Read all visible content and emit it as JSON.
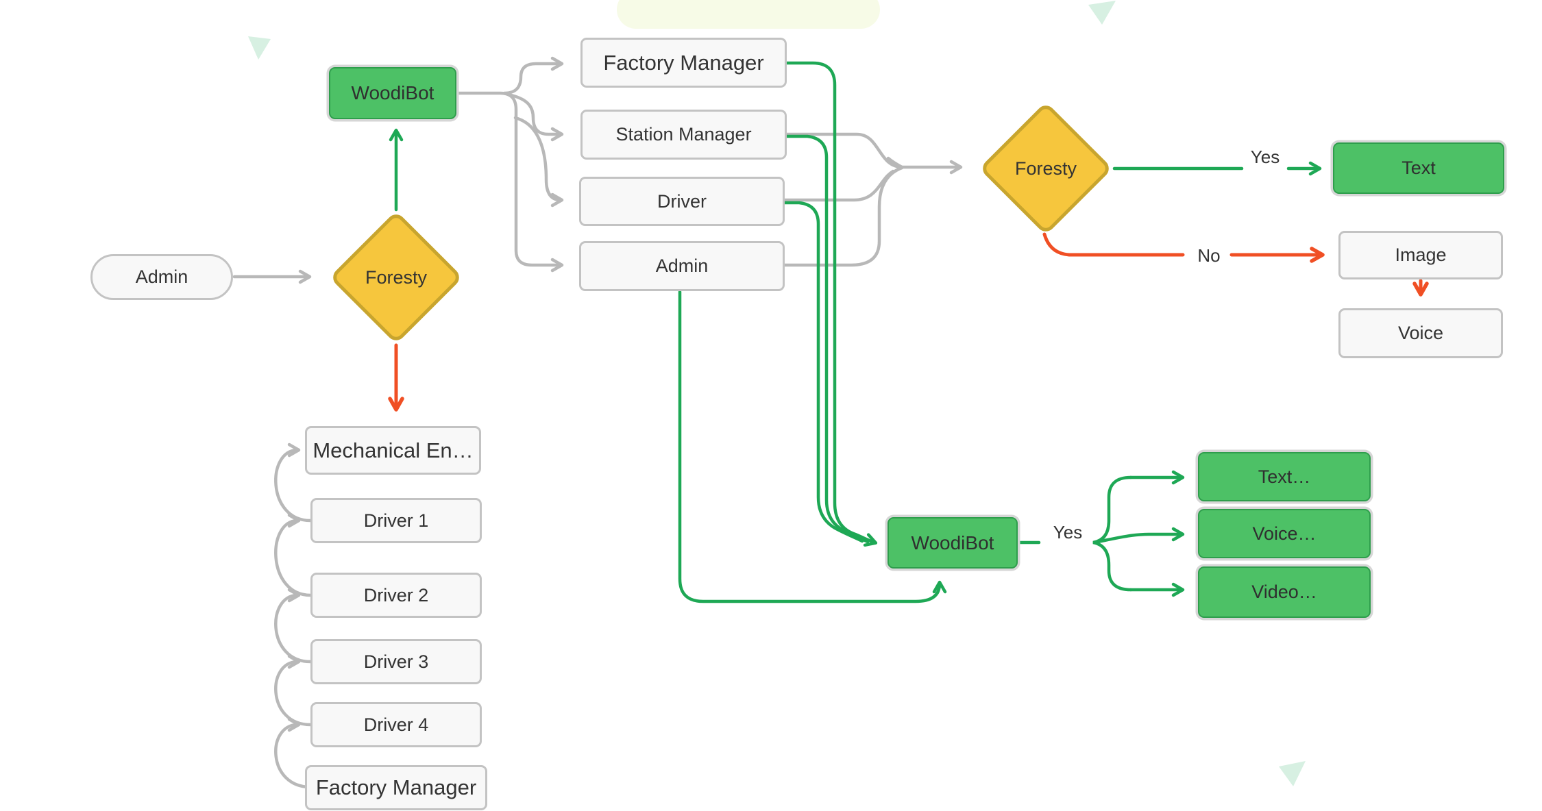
{
  "nodes": {
    "admin_start": "Admin",
    "woodibot_top": "WoodiBot",
    "foresty_left": "Foresty",
    "factory_manager": "Factory Manager",
    "station_manager": "Station Manager",
    "driver": "Driver",
    "admin_mid": "Admin",
    "foresty_right": "Foresty",
    "text_out": "Text",
    "image_out": "Image",
    "voice_out": "Voice",
    "mechanical": "Mechanical En…",
    "driver1": "Driver 1",
    "driver2": "Driver 2",
    "driver3": "Driver 3",
    "driver4": "Driver 4",
    "factory_manager_bottom": "Factory Manager",
    "woodibot_bottom": "WoodiBot",
    "text_multi": "Text…",
    "voice_multi": "Voice…",
    "video_multi": "Video…"
  },
  "labels": {
    "yes_right": "Yes",
    "no_right": "No",
    "yes_bottom": "Yes"
  },
  "colors": {
    "node_green_fill": "#4dc166",
    "node_green_border": "#2e9e4c",
    "node_gray_fill": "#f8f8f8",
    "node_gray_border": "#c3c3c3",
    "diamond_fill": "#f6c63d",
    "diamond_border": "#c8a52e",
    "edge_green": "#1ea855",
    "edge_red": "#f04f24",
    "edge_gray": "#b8b8b8",
    "decoration_mint": "#d7f0e2",
    "decoration_blob": "#f7fbe7",
    "text": "#333333"
  }
}
